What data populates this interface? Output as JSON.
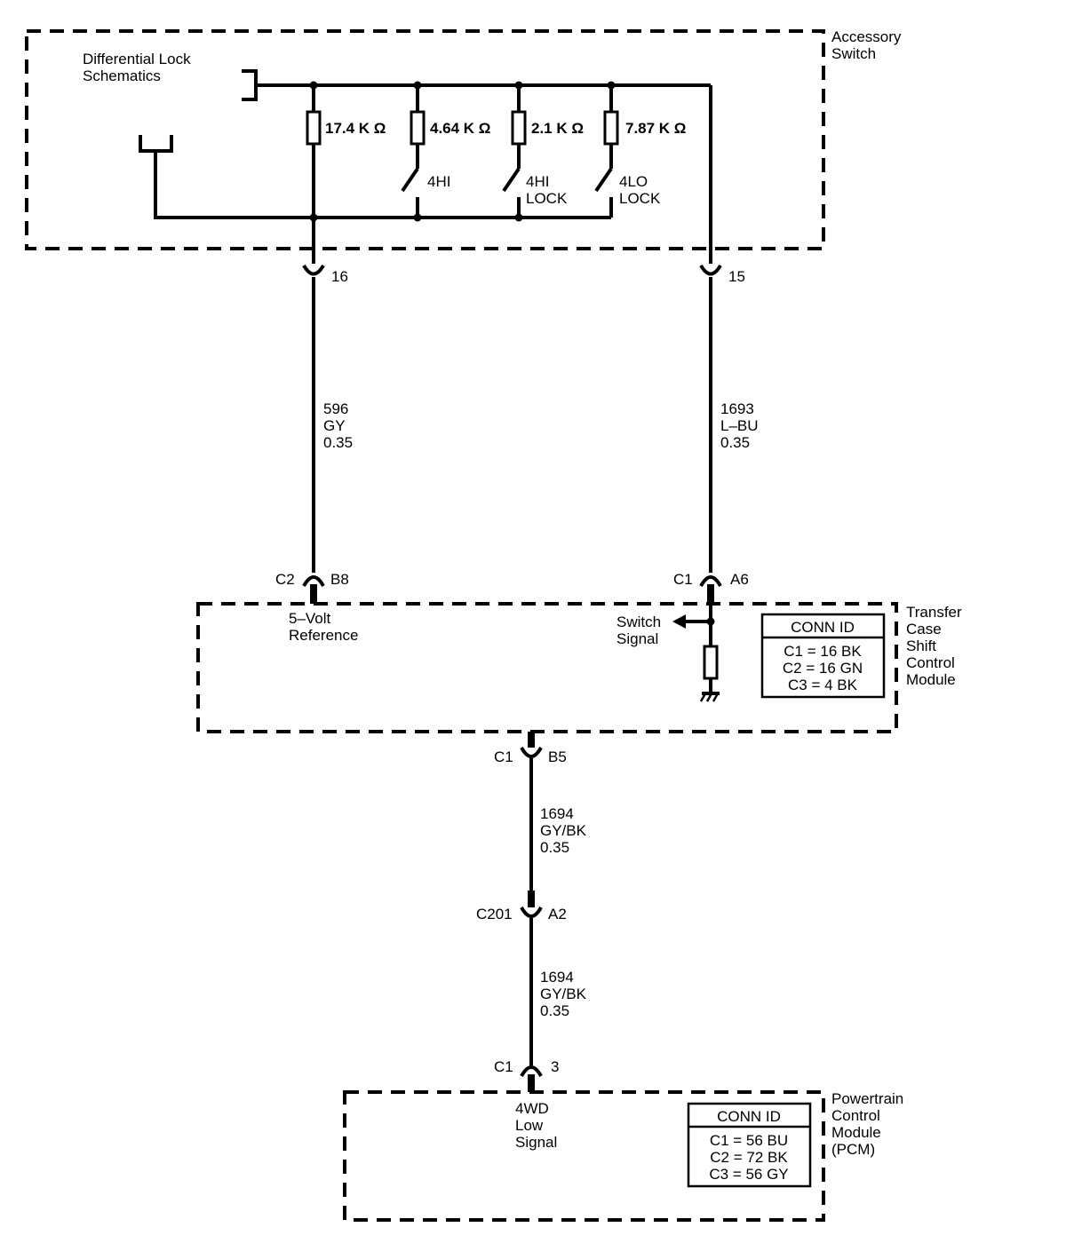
{
  "accessory_switch": {
    "label": [
      "Accessory",
      "Switch"
    ],
    "reference": [
      "Differential Lock",
      "Schematics"
    ],
    "resistors": [
      {
        "value": "17.4 K Ω"
      },
      {
        "value": "4.64 K Ω",
        "switch": [
          "4HI"
        ]
      },
      {
        "value": "2.1 K Ω",
        "switch": [
          "4HI",
          "LOCK"
        ]
      },
      {
        "value": "7.87 K Ω",
        "switch": [
          "4LO",
          "LOCK"
        ]
      }
    ],
    "pin_left": "16",
    "pin_right": "15"
  },
  "wires": {
    "w596": [
      "596",
      "GY",
      "0.35"
    ],
    "w1693": [
      "1693",
      "L–BU",
      "0.35"
    ],
    "w1694a": [
      "1694",
      "GY/BK",
      "0.35"
    ],
    "w1694b": [
      "1694",
      "GY/BK",
      "0.35"
    ]
  },
  "tcscm": {
    "label": [
      "Transfer",
      "Case",
      "Shift",
      "Control",
      "Module"
    ],
    "conn_left": {
      "conn": "C2",
      "pin": "B8"
    },
    "conn_right": {
      "conn": "C1",
      "pin": "A6"
    },
    "conn_bottom": {
      "conn": "C1",
      "pin": "B5"
    },
    "ref_label": [
      "5–Volt",
      "Reference"
    ],
    "signal_label": [
      "Switch",
      "Signal"
    ],
    "conn_id": {
      "title": "CONN ID",
      "rows": [
        "C1 = 16 BK",
        "C2 = 16 GN",
        "C3 = 4 BK"
      ]
    }
  },
  "c201": {
    "conn": "C201",
    "pin": "A2"
  },
  "pcm": {
    "label": [
      "Powertrain",
      "Control",
      "Module",
      "(PCM)"
    ],
    "conn_top": {
      "conn": "C1",
      "pin": "3"
    },
    "signal_label": [
      "4WD",
      "Low",
      "Signal"
    ],
    "conn_id": {
      "title": "CONN ID",
      "rows": [
        "C1 = 56 BU",
        "C2 = 72 BK",
        "C3 = 56 GY"
      ]
    }
  }
}
